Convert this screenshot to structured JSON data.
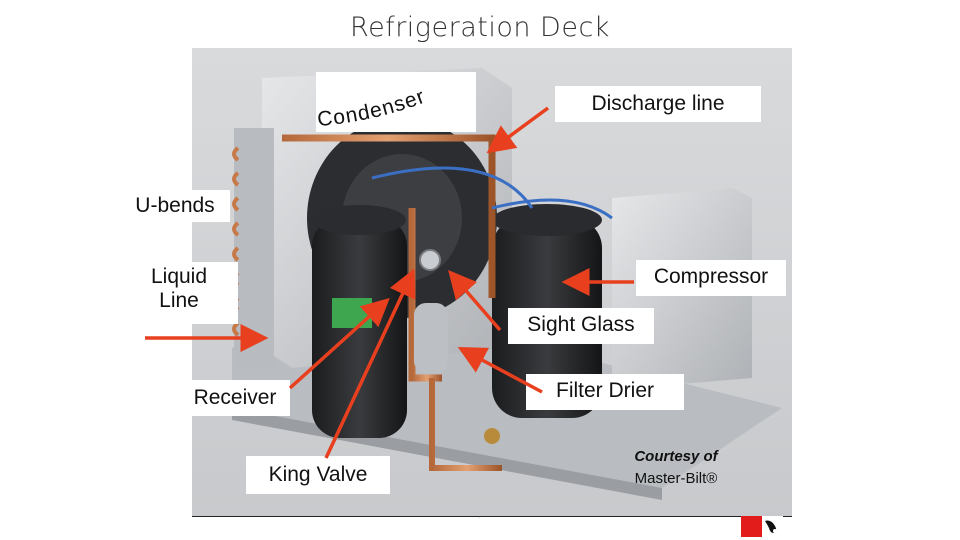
{
  "slide": {
    "title": "Refrigeration Deck"
  },
  "labels": {
    "condenser": "Condenser",
    "discharge_line": "Discharge line",
    "u_bends": "U-bends",
    "liquid_line_1": "Liquid",
    "liquid_line_2": "Line",
    "compressor": "Compressor",
    "sight_glass": "Sight Glass",
    "filter_drier": "Filter Drier",
    "receiver": "Receiver",
    "king_valve": "King Valve"
  },
  "credit": {
    "line1": "Courtesy of",
    "line2": "Master-Bilt®"
  },
  "colors": {
    "arrow": "#e8401f",
    "logo_red": "#e21b1b"
  },
  "icons": [
    "condensing-unit-photo",
    "publisher-logo-icon"
  ]
}
